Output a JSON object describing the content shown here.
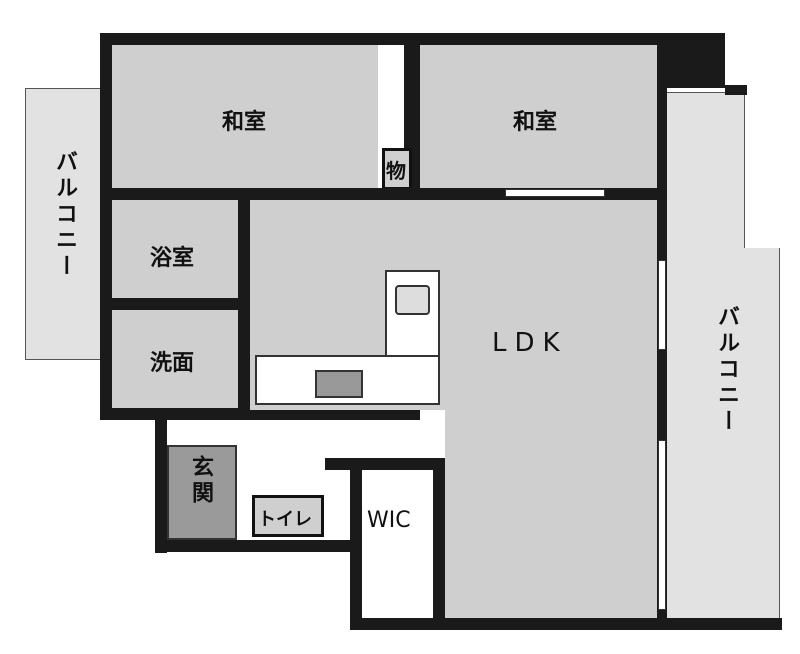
{
  "rooms": {
    "washitsu_left": "和室",
    "washitsu_right": "和室",
    "storage": "物",
    "balcony_left": "バルコニー",
    "bath": "浴室",
    "washroom": "洗面",
    "ldk": "LDK",
    "balcony_right": "バルコニー",
    "entrance": "玄関",
    "toilet": "トイレ",
    "wic": "WIC"
  }
}
